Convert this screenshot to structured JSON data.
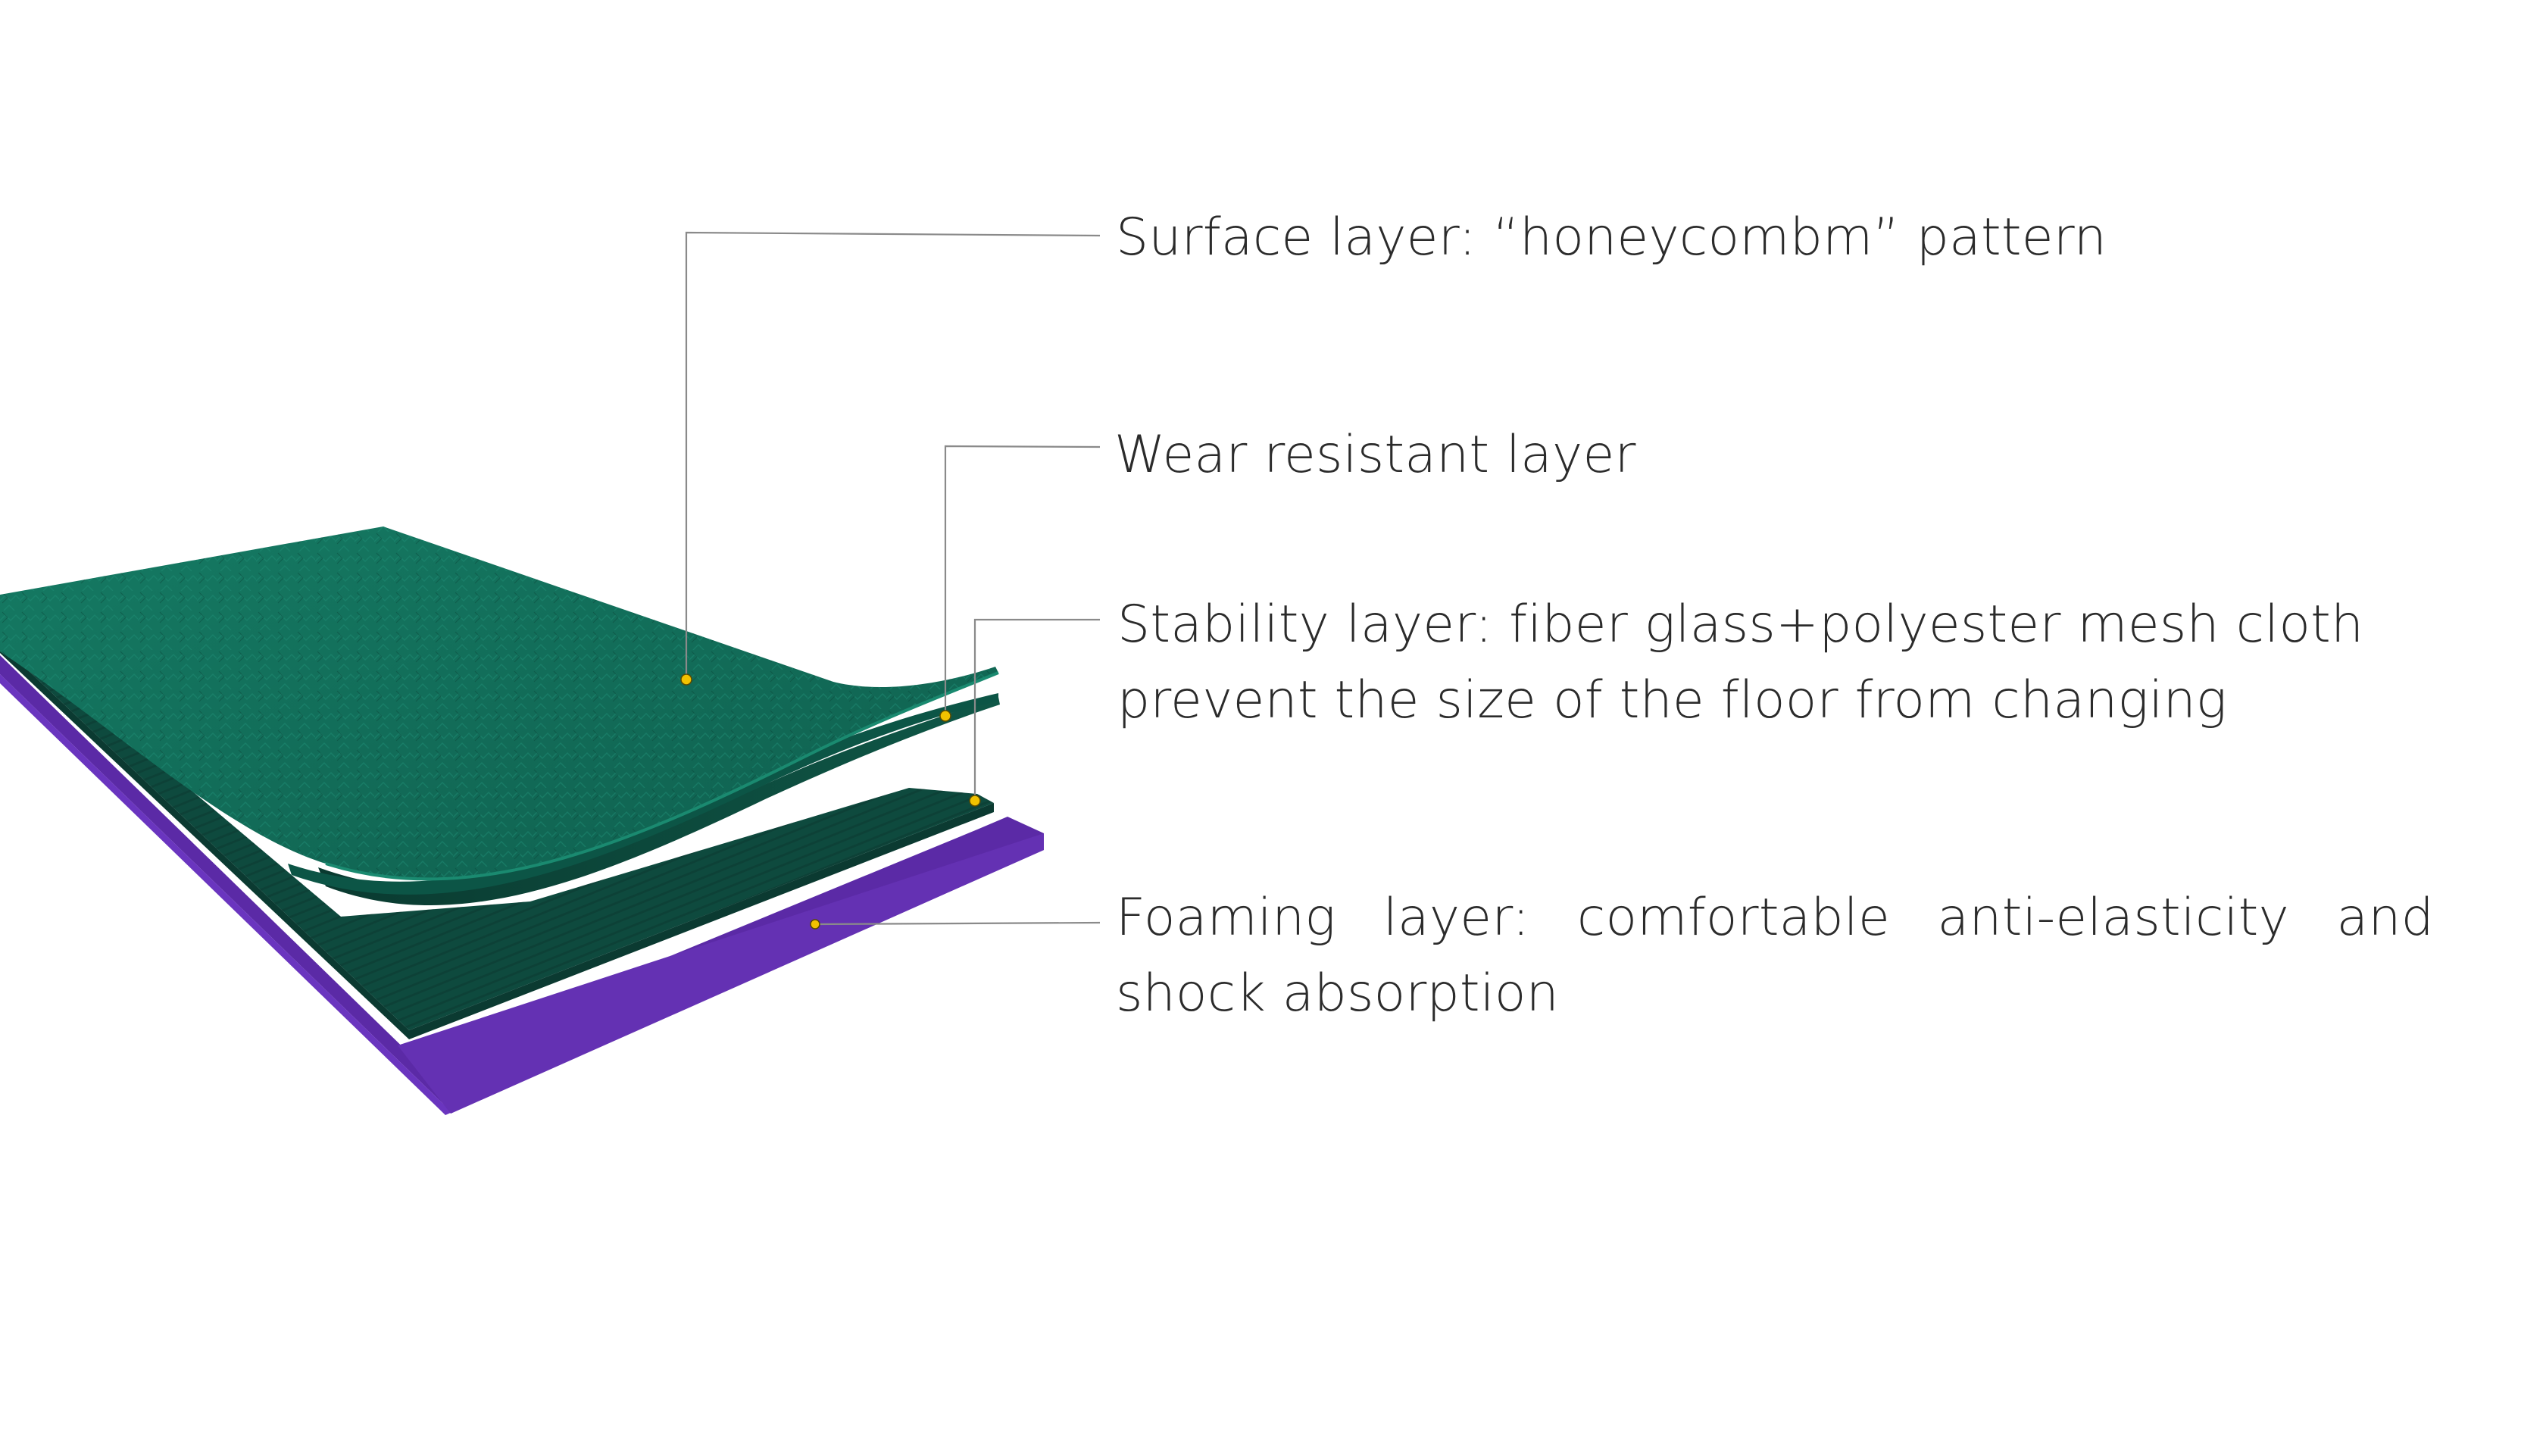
{
  "diagram": {
    "colors": {
      "background": "#ffffff",
      "text": "#2b2b2b",
      "leader_line": "#8a8a8a",
      "marker_dot": "#f2c200",
      "top_layer": "#116a57",
      "top_layer_dark": "#0c4f41",
      "foam_layer": "#6431b3",
      "foam_layer_dark": "#4e2396"
    },
    "callouts": [
      {
        "id": "surface",
        "text": "Surface layer: “honeycombm” pattern"
      },
      {
        "id": "wear",
        "text": "Wear resistant layer"
      },
      {
        "id": "stability",
        "text": "Stability layer: fiber glass+polyester mesh cloth prevent the size of the floor from changing"
      },
      {
        "id": "foaming",
        "text": "Foaming layer: comfortable anti-elasticity and shock absorption"
      }
    ]
  }
}
